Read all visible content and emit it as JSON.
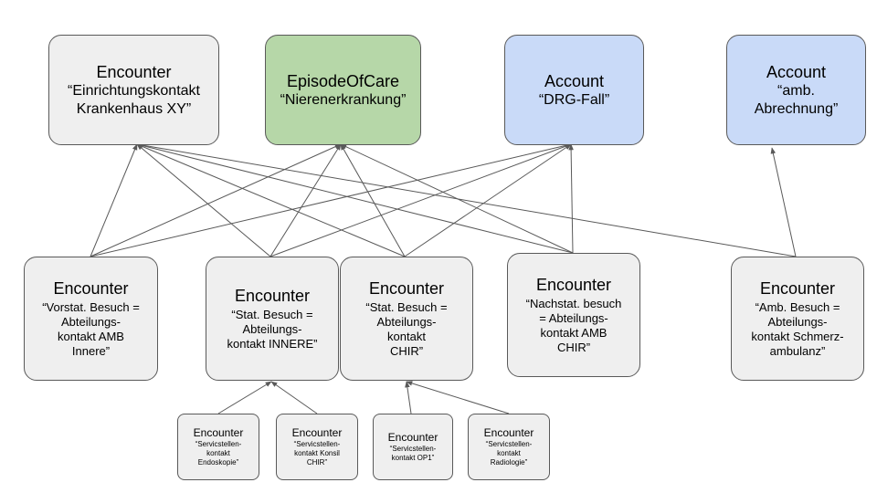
{
  "nodes": {
    "top1": {
      "title": "Encounter",
      "sub": "“Einrichtungskontakt\nKrankenhaus XY”"
    },
    "top2": {
      "title": "EpisodeOfCare",
      "sub": "“Nierenerkrankung”"
    },
    "top3": {
      "title": "Account",
      "sub": "“DRG-Fall”"
    },
    "top4": {
      "title": "Account",
      "sub": "“amb.\nAbrechnung”"
    },
    "mid1": {
      "title": "Encounter",
      "sub": "“Vorstat. Besuch =\nAbteilungs-\nkontakt AMB\nInnere”"
    },
    "mid2": {
      "title": "Encounter",
      "sub": "“Stat. Besuch =\nAbteilungs-\nkontakt INNERE”"
    },
    "mid3": {
      "title": "Encounter",
      "sub": "“Stat. Besuch =\nAbteilungs-\nkontakt\nCHIR”"
    },
    "mid4": {
      "title": "Encounter",
      "sub": "“Nachstat. besuch\n= Abteilungs-\nkontakt AMB\nCHIR”"
    },
    "mid5": {
      "title": "Encounter",
      "sub": "“Amb. Besuch =\nAbteilungs-\nkontakt Schmerz-\nambulanz”"
    },
    "low1": {
      "title": "Encounter",
      "sub": "“Servicstellen-\nkontakt\nEndoskopie”"
    },
    "low2": {
      "title": "Encounter",
      "sub": "“Servicstellen-\nkontakt Konsil\nCHIR”"
    },
    "low3": {
      "title": "Encounter",
      "sub": "“Servicstellen-\nkontakt OP1”"
    },
    "low4": {
      "title": "Encounter",
      "sub": "“Servicstellen-\nkontakt\nRadiologie”"
    }
  },
  "colors": {
    "gray": "#efefef",
    "green": "#b6d7a8",
    "blue": "#c9daf8",
    "border": "#595959",
    "arrow": "#595959"
  }
}
